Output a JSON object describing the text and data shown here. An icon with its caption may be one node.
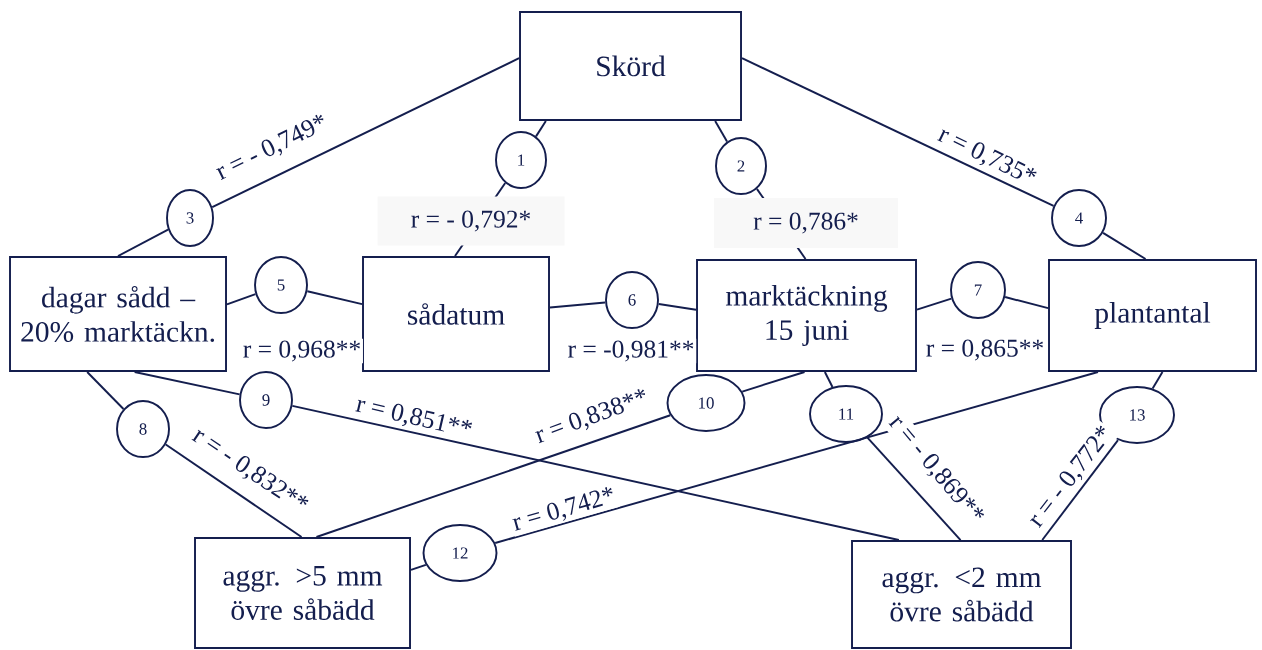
{
  "diagram": {
    "nodes": [
      {
        "text": [
          "Skörd"
        ]
      },
      {
        "text": [
          "1"
        ]
      },
      {
        "text": [
          "2"
        ]
      },
      {
        "text": [
          "3"
        ]
      },
      {
        "text": [
          "4"
        ]
      },
      {
        "text": [
          "dagar sådd – 20% marktäckn."
        ]
      },
      {
        "text": [
          "5"
        ]
      },
      {
        "text": [
          "sådatum"
        ]
      },
      {
        "text": [
          "6"
        ]
      },
      {
        "text": [
          "marktäckning 15 juni"
        ]
      },
      {
        "text": [
          "7"
        ]
      },
      {
        "text": [
          "plantantal"
        ]
      },
      {
        "text": [
          "8"
        ]
      },
      {
        "text": [
          "9"
        ]
      },
      {
        "text": [
          "10"
        ]
      },
      {
        "text": [
          "11"
        ]
      },
      {
        "text": [
          "12"
        ]
      },
      {
        "text": [
          "13"
        ]
      },
      {
        "text": [
          "aggr. >5 mm övre såbädd"
        ]
      },
      {
        "text": [
          "aggr. <2 mm övre såbädd"
        ]
      }
    ],
    "edges": [
      {
        "from": 0,
        "to": 1,
        "arrow": "none"
      },
      {
        "from": 1,
        "to": 7,
        "arrow": "none",
        "label": "r = - 0,792*"
      },
      {
        "from": 0,
        "to": 2,
        "arrow": "none"
      },
      {
        "from": 2,
        "to": 9,
        "arrow": "none",
        "label": "r = 0,786*"
      },
      {
        "from": 0,
        "to": 3,
        "arrow": "none",
        "label": "r = - 0,749*"
      },
      {
        "from": 3,
        "to": 5,
        "arrow": "none"
      },
      {
        "from": 0,
        "to": 4,
        "arrow": "none",
        "label": "r = 0,735*"
      },
      {
        "from": 4,
        "to": 11,
        "arrow": "none"
      },
      {
        "from": 5,
        "to": 6,
        "arrow": "none"
      },
      {
        "from": 6,
        "to": 7,
        "arrow": "none",
        "label": "r = 0,968**"
      },
      {
        "from": 7,
        "to": 8,
        "arrow": "none"
      },
      {
        "from": 8,
        "to": 9,
        "arrow": "none",
        "label": "r = -0,981**"
      },
      {
        "from": 9,
        "to": 10,
        "arrow": "none"
      },
      {
        "from": 10,
        "to": 11,
        "arrow": "none",
        "label": "r = 0,865**"
      },
      {
        "from": 5,
        "to": 12,
        "arrow": "none"
      },
      {
        "from": 12,
        "to": 18,
        "arrow": "none",
        "label": "r = - 0,832**"
      },
      {
        "from": 5,
        "to": 13,
        "arrow": "none"
      },
      {
        "from": 13,
        "to": 19,
        "arrow": "none",
        "label": "r = 0,851**"
      },
      {
        "from": 9,
        "to": 14,
        "arrow": "none"
      },
      {
        "from": 14,
        "to": 18,
        "arrow": "none",
        "label": "r = 0,838**"
      },
      {
        "from": 9,
        "to": 15,
        "arrow": "none"
      },
      {
        "from": 15,
        "to": 19,
        "arrow": "none",
        "label": "r = - 0,869**"
      },
      {
        "from": 11,
        "to": 16,
        "arrow": "none",
        "label": "r = 0,742*"
      },
      {
        "from": 16,
        "to": 18,
        "arrow": "none"
      },
      {
        "from": 11,
        "to": 17,
        "arrow": "none"
      },
      {
        "from": 17,
        "to": 19,
        "arrow": "none",
        "label": "r = - 0,772*"
      }
    ]
  }
}
